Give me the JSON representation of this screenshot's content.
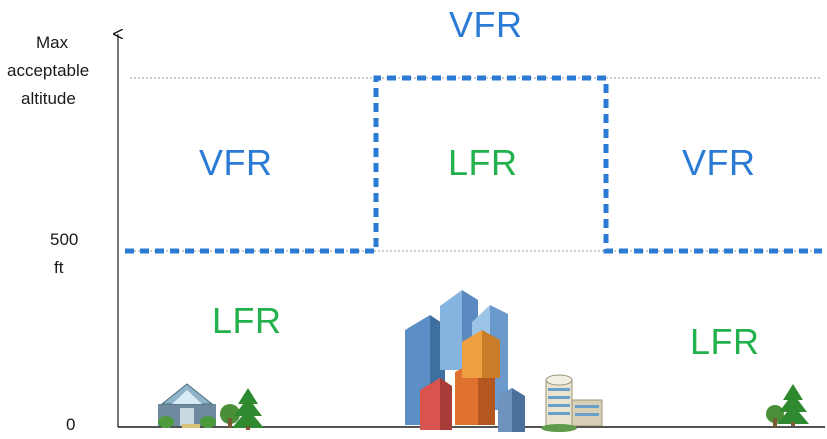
{
  "axis": {
    "y_labels": {
      "max_line1": "Max",
      "max_line2": "acceptable",
      "max_line3": "altitude",
      "mid_line1": "500",
      "mid_line2": "ft",
      "zero": "0"
    }
  },
  "regions": {
    "vfr_top": "VFR",
    "vfr_left": "VFR",
    "lfr_center": "LFR",
    "vfr_right": "VFR",
    "lfr_left": "LFR",
    "lfr_right": "LFR"
  },
  "icons": [
    "resort-building-icon",
    "tree-icon",
    "city-skyscrapers-icon",
    "office-building-icon",
    "tree-icon"
  ],
  "colors": {
    "vfr": "#2b7bd6",
    "lfr": "#22b14c",
    "boundary": "#2b7bd6",
    "guide": "#9a9a9a",
    "axis": "#1a1a1a"
  }
}
